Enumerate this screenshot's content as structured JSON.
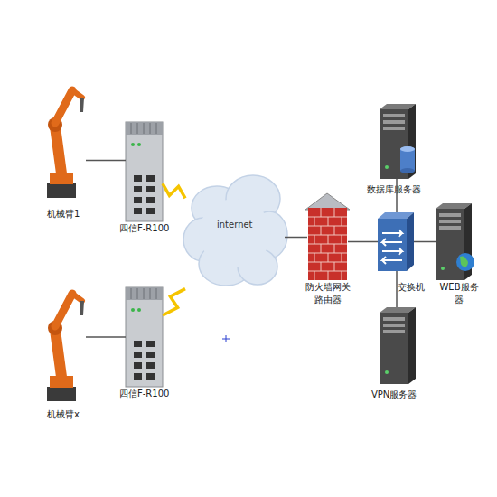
{
  "diagram": {
    "nodes": [
      {
        "text": [
          "机械臂1"
        ]
      },
      {
        "text": [
          "四信F-R100"
        ]
      },
      {
        "text": [
          "机械臂x"
        ]
      },
      {
        "text": [
          "四信F-R100"
        ]
      },
      {
        "text": [
          "internet"
        ]
      },
      {
        "text": [
          "防火墙网关 路由器"
        ]
      },
      {
        "text": [
          "交换机"
        ]
      },
      {
        "text": [
          "数据库服务器"
        ]
      },
      {
        "text": [
          "WEB服务器"
        ]
      },
      {
        "text": [
          "VPN服务器"
        ]
      }
    ],
    "edges": [
      {
        "from": 0,
        "to": 1,
        "arrow": "none"
      },
      {
        "from": 1,
        "to": 4,
        "arrow": "none"
      },
      {
        "from": 2,
        "to": 3,
        "arrow": "none"
      },
      {
        "from": 3,
        "to": 4,
        "arrow": "none"
      },
      {
        "from": 4,
        "to": 5,
        "arrow": "none"
      },
      {
        "from": 5,
        "to": 6,
        "arrow": "none"
      },
      {
        "from": 6,
        "to": 7,
        "arrow": "none"
      },
      {
        "from": 6,
        "to": 8,
        "arrow": "none"
      },
      {
        "from": 6,
        "to": 9,
        "arrow": "none"
      }
    ]
  }
}
